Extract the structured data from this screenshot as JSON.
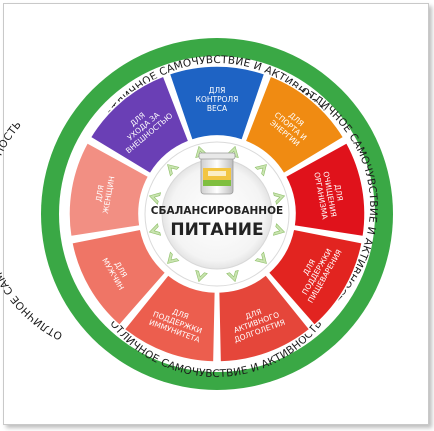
{
  "ring": {
    "label_top": "ОТЛИЧНОЕ САМОЧУВСТВИЕ И АКТИВНОСТЬ",
    "label_right": "ОТЛИЧНОЕ САМОЧУВСТВИЕ И АКТИВНОСТЬ",
    "label_bottom": "ОТЛИЧНОЕ САМОЧУВСТВИЕ И АКТИВНОСТЬ",
    "label_left": "ОТЛИЧНОЕ САМОЧУВСТВИЕ И АКТИВНОСТЬ",
    "color": "#3aa845"
  },
  "center": {
    "line1": "СБАЛАНСИРОВАННОЕ",
    "line2": "ПИТАНИЕ",
    "product_icon": "shake-canister-icon"
  },
  "segments": [
    {
      "lines": [
        "ДЛЯ",
        "КОНТРОЛЯ",
        "ВЕСА"
      ],
      "color": "#1e63c4"
    },
    {
      "lines": [
        "ДЛЯ",
        "СПОРТА И",
        "ЭНЕРГИИ"
      ],
      "color": "#f08b12"
    },
    {
      "lines": [
        "ДЛЯ",
        "ОЧИЩЕНИЯ",
        "ОРГАНИЗМА"
      ],
      "color": "#e0121b"
    },
    {
      "lines": [
        "ДЛЯ",
        "ПОДДЕРЖКИ",
        "ПИЩЕВАРЕНИЯ"
      ],
      "color": "#e22420"
    },
    {
      "lines": [
        "ДЛЯ",
        "АКТИВНОГО",
        "ДОЛГОЛЕТИЯ"
      ],
      "color": "#e5463a"
    },
    {
      "lines": [
        "ДЛЯ",
        "ПОДДЕРЖКИ",
        "ИММУНИТЕТА"
      ],
      "color": "#ec5e4e"
    },
    {
      "lines": [
        "ДЛЯ",
        "МУЖЧИН"
      ],
      "color": "#ef7566"
    },
    {
      "lines": [
        "ДЛЯ",
        "ЖЕНЩИН"
      ],
      "color": "#f28f83"
    },
    {
      "lines": [
        "ДЛЯ",
        "УХОДА ЗА",
        "ВНЕШНОСТЬЮ"
      ],
      "color": "#6a3fb5"
    }
  ],
  "arrow_icon": "inward-arrow-icon"
}
